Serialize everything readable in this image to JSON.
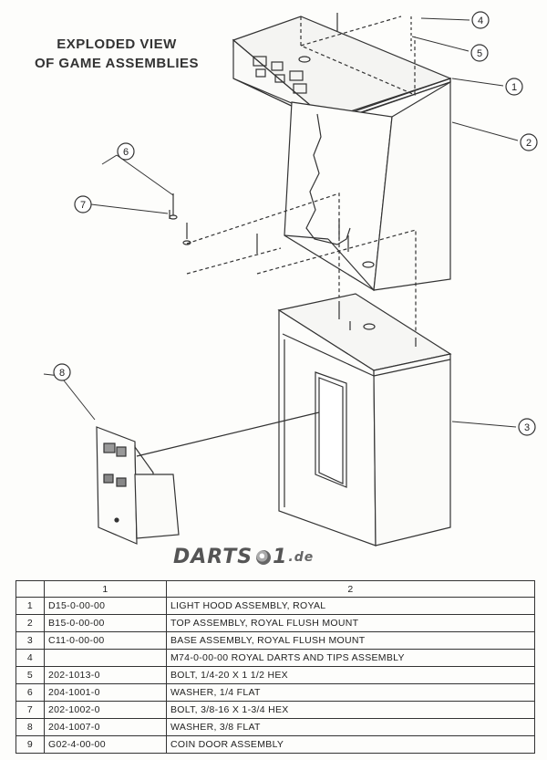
{
  "title": {
    "line1": "EXPLODED VIEW",
    "line2": "OF GAME ASSEMBLIES"
  },
  "callouts": [
    "1",
    "2",
    "3",
    "4",
    "5",
    "6",
    "7",
    "8"
  ],
  "logo": {
    "text": "DARTS",
    "digit": "1",
    "tld": ".de"
  },
  "parts_table": {
    "headers": [
      "",
      "1",
      "2"
    ],
    "rows": [
      {
        "num": "1",
        "part": "D15-0-00-00",
        "desc": "LIGHT HOOD ASSEMBLY, ROYAL"
      },
      {
        "num": "2",
        "part": "B15-0-00-00",
        "desc": "TOP ASSEMBLY, ROYAL FLUSH MOUNT"
      },
      {
        "num": "3",
        "part": "C11-0-00-00",
        "desc": "BASE ASSEMBLY, ROYAL FLUSH MOUNT"
      },
      {
        "num": "4",
        "part": "",
        "desc": "M74-0-00-00  ROYAL DARTS AND TIPS ASSEMBLY"
      },
      {
        "num": "5",
        "part": "202-1013-0",
        "desc": "BOLT, 1/4-20 X 1 1/2 HEX"
      },
      {
        "num": "6",
        "part": "204-1001-0",
        "desc": "WASHER, 1/4 FLAT"
      },
      {
        "num": "7",
        "part": "202-1002-0",
        "desc": "BOLT, 3/8-16 X 1-3/4 HEX"
      },
      {
        "num": "8",
        "part": "204-1007-0",
        "desc": "WASHER, 3/8 FLAT"
      },
      {
        "num": "9",
        "part": "G02-4-00-00",
        "desc": "COIN DOOR ASSEMBLY"
      }
    ]
  }
}
